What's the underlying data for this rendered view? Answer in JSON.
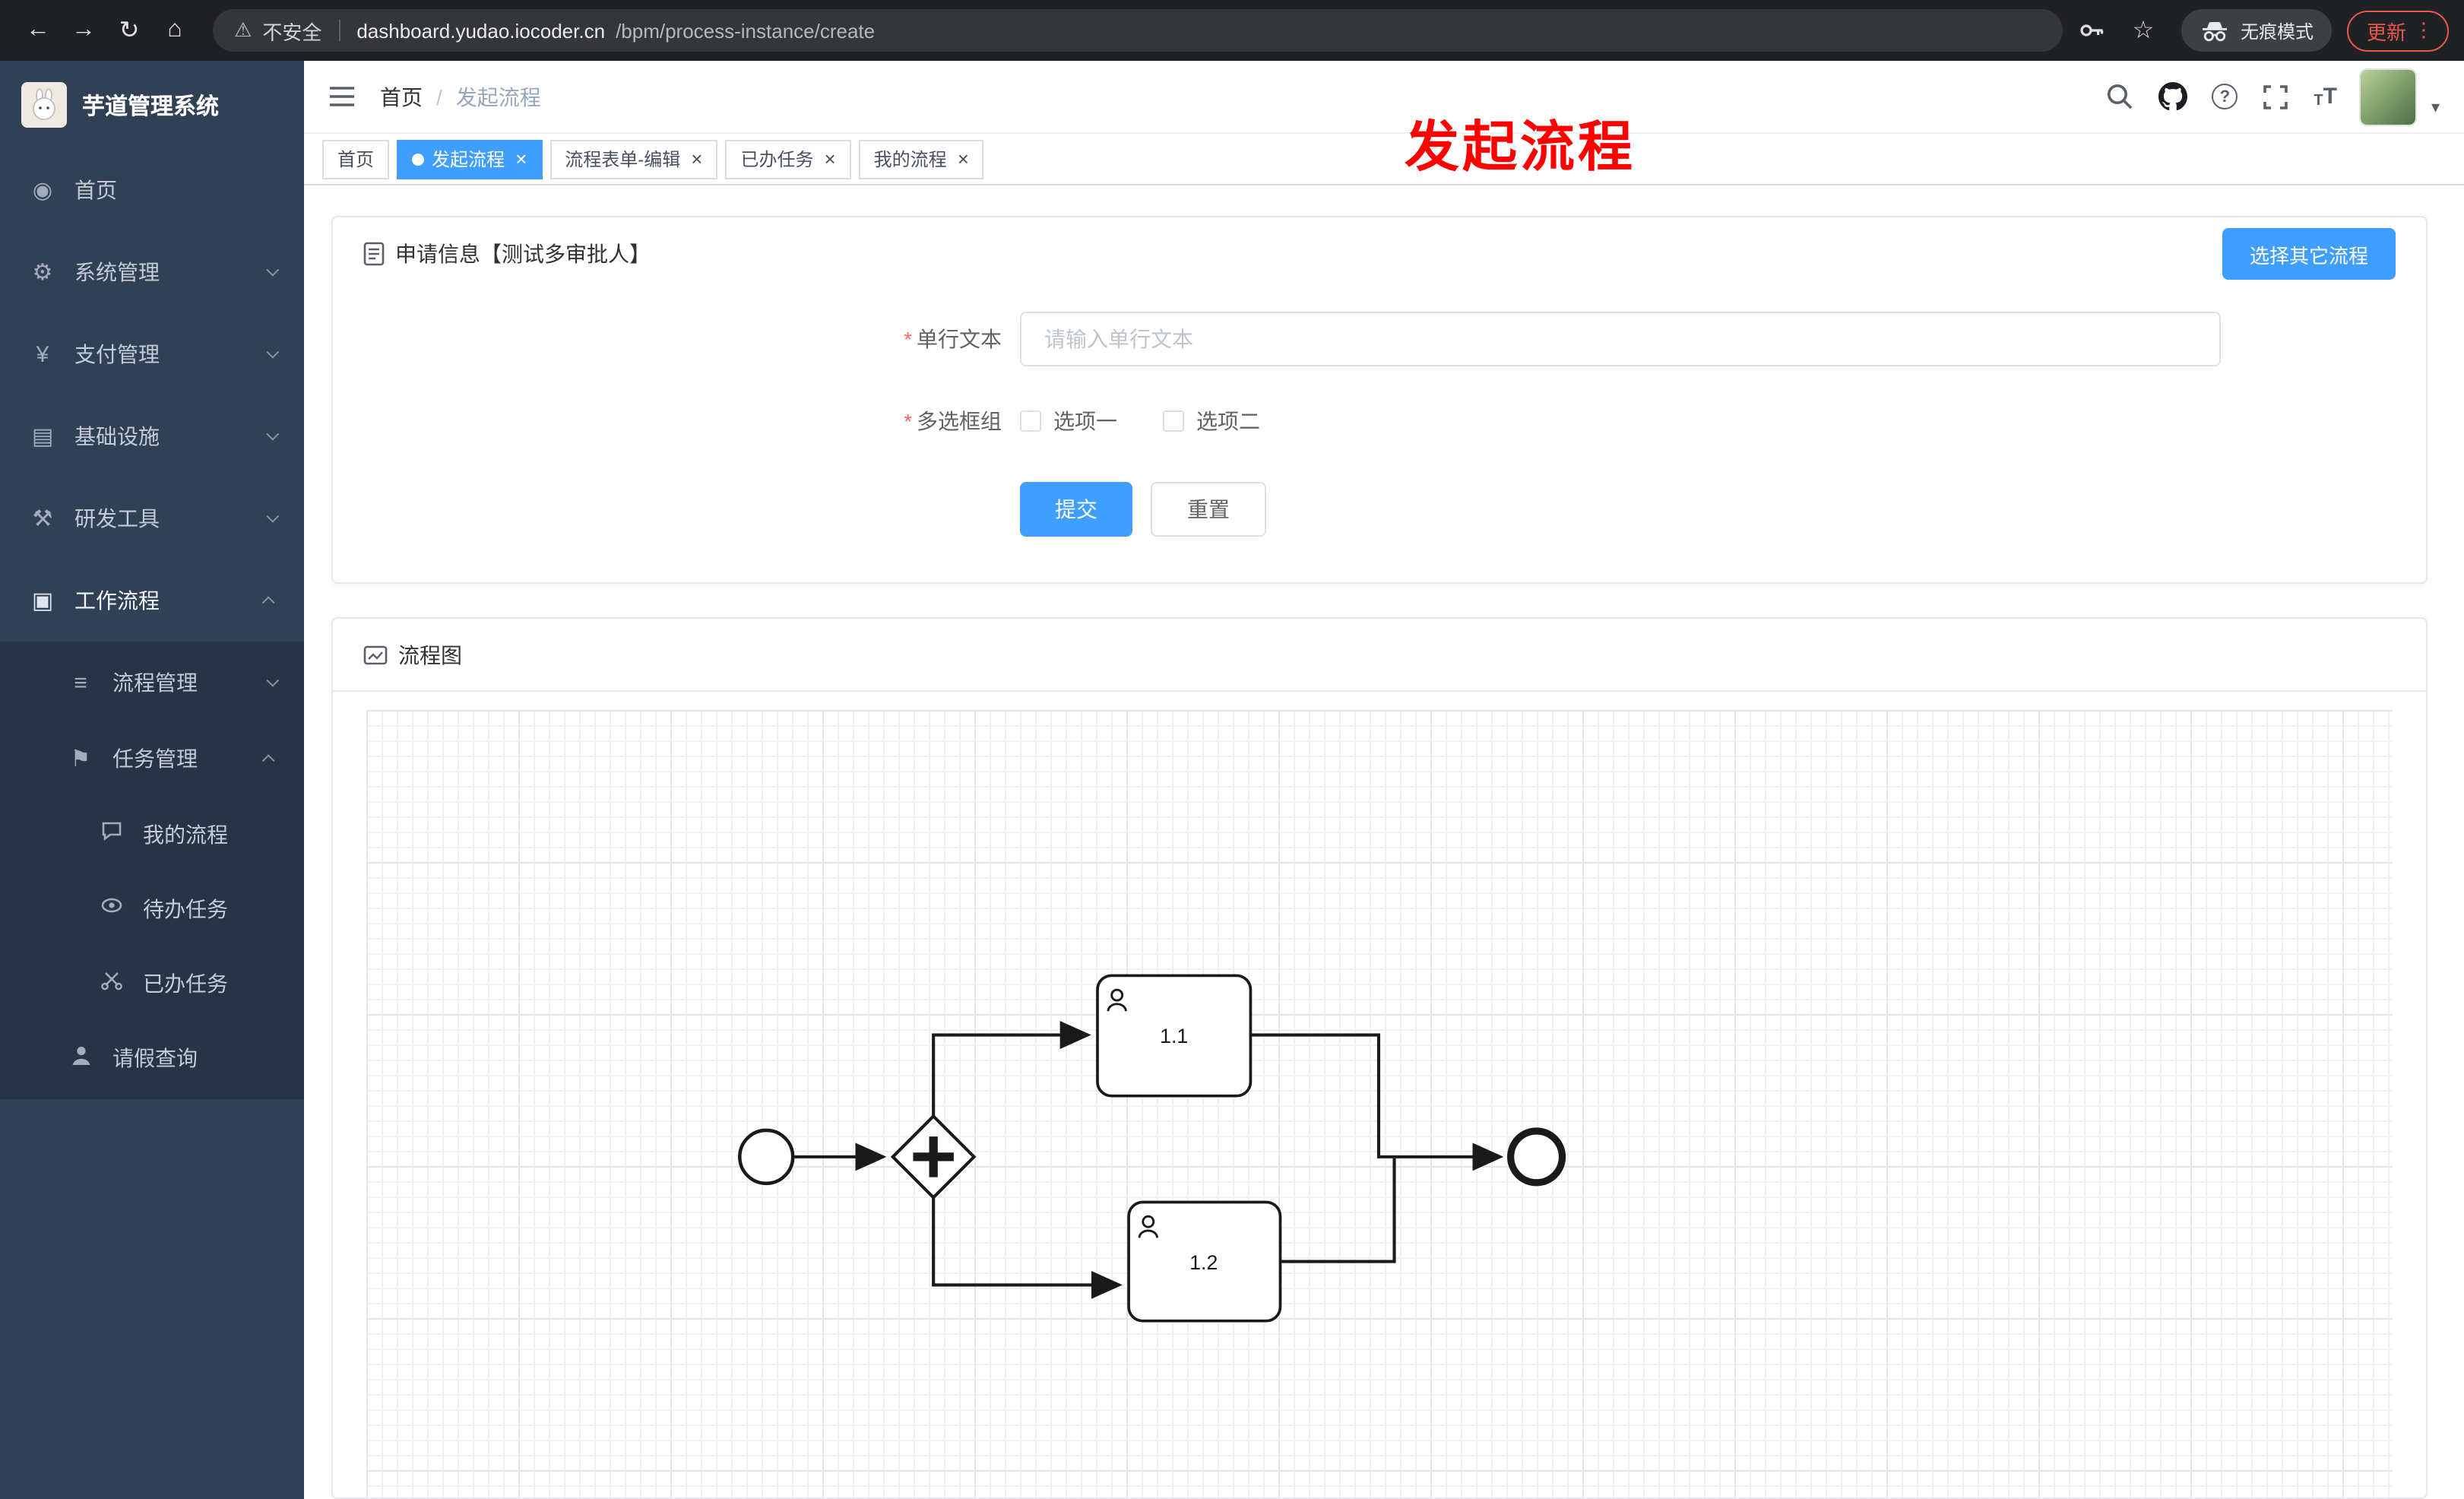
{
  "browser": {
    "security_label": "不安全",
    "url_domain": "dashboard.yudao.iocoder.cn",
    "url_path": "/bpm/process-instance/create",
    "incognito_label": "无痕模式",
    "update_label": "更新"
  },
  "icons": {
    "back": "←",
    "forward": "→",
    "reload": "↻",
    "home": "⌂",
    "warning": "⚠",
    "star": "☆",
    "menu_dots": "⋮",
    "help": "?",
    "font_small": "T",
    "font_big": "T",
    "caret_down": "▾"
  },
  "ui": {
    "close": "×",
    "required_mark": "*"
  },
  "colors": {
    "accent_blue": "#409eff",
    "sidebar_bg": "#304156",
    "submenu_bg": "#263445",
    "annotation_red": "#ff0000",
    "update_red": "#e8594a",
    "required_red": "#f56c6c"
  },
  "sidebar": {
    "logo_title": "芋道管理系统",
    "items": [
      {
        "label": "首页",
        "icon": "◉",
        "level": 1
      },
      {
        "label": "系统管理",
        "icon": "⚙",
        "level": 1,
        "chevron": "down"
      },
      {
        "label": "支付管理",
        "icon": "¥",
        "level": 1,
        "chevron": "down"
      },
      {
        "label": "基础设施",
        "icon": "▤",
        "level": 1,
        "chevron": "down"
      },
      {
        "label": "研发工具",
        "icon": "⚒",
        "level": 1,
        "chevron": "down"
      },
      {
        "label": "工作流程",
        "icon": "▣",
        "level": 1,
        "chevron": "up",
        "expanded": true
      },
      {
        "label": "流程管理",
        "icon": "≡",
        "level": 2,
        "chevron": "down"
      },
      {
        "label": "任务管理",
        "icon": "⚑",
        "level": 2,
        "chevron": "up",
        "expanded": true
      },
      {
        "label": "我的流程",
        "level": 3
      },
      {
        "label": "待办任务",
        "level": 3
      },
      {
        "label": "已办任务",
        "level": 3
      },
      {
        "label": "请假查询",
        "level": 2
      }
    ]
  },
  "header": {
    "breadcrumb_home": "首页",
    "breadcrumb_sep": "/",
    "breadcrumb_current": "发起流程",
    "annotation": "发起流程"
  },
  "tabs": [
    {
      "label": "首页",
      "active": false,
      "closable": false
    },
    {
      "label": "发起流程",
      "active": true,
      "closable": true
    },
    {
      "label": "流程表单-编辑",
      "active": false,
      "closable": true
    },
    {
      "label": "已办任务",
      "active": false,
      "closable": true
    },
    {
      "label": "我的流程",
      "active": false,
      "closable": true
    }
  ],
  "form_card": {
    "title": "申请信息【测试多审批人】",
    "select_other_button": "选择其它流程",
    "text_field": {
      "label": "单行文本",
      "required": true,
      "placeholder": "请输入单行文本",
      "value": ""
    },
    "checkbox_group": {
      "label": "多选框组",
      "required": true,
      "options": [
        {
          "label": "选项一",
          "checked": false
        },
        {
          "label": "选项二",
          "checked": false
        }
      ]
    },
    "submit_button": "提交",
    "reset_button": "重置"
  },
  "diagram_card": {
    "title": "流程图",
    "diagram": {
      "type": "bpmn",
      "nodes": [
        {
          "id": "start",
          "type": "startEvent"
        },
        {
          "id": "gateway",
          "type": "parallelGateway"
        },
        {
          "id": "task1",
          "type": "userTask",
          "label": "1.1"
        },
        {
          "id": "task2",
          "type": "userTask",
          "label": "1.2"
        },
        {
          "id": "end",
          "type": "endEvent"
        }
      ],
      "flows": [
        [
          "start",
          "gateway"
        ],
        [
          "gateway",
          "task1"
        ],
        [
          "gateway",
          "task2"
        ],
        [
          "task1",
          "end"
        ],
        [
          "task2",
          "end"
        ]
      ]
    }
  }
}
